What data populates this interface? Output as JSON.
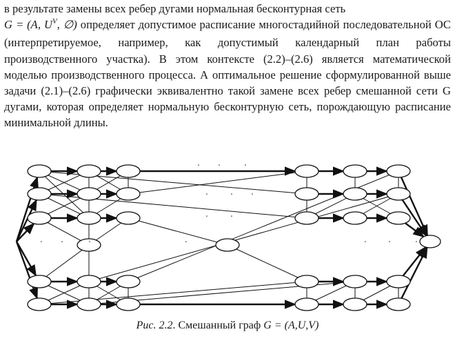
{
  "paragraph": {
    "line1": "в результате замены всех ребер дугами нормальная бесконтурная сеть",
    "formula_lhs": "G = (A, U",
    "formula_sup": "V",
    "formula_rhs": ", ∅)",
    "line2_rest": " определяет допустимое расписание многостадийной",
    "lines_rest": "последовательной ОС (интерпретируемое, например, как допустимый календарный план работы производственного участка). В этом контексте (2.2)–(2.6) является математической моделью производственного процесса. А оптимальное решение сформулированной выше задачи (2.1)–(2.6) графически эквивалентно такой замене всех ребер смешанной сети G дугами, которая определяет нормальную бесконтурную сеть, порождающую расписание минимальной длины."
  },
  "figure": {
    "caption_prefix": "Рис. 2.2",
    "caption_text": ". Смешанный граф ",
    "caption_formula": "G = (A,U,V)",
    "ellipsis_glyph": "·"
  }
}
